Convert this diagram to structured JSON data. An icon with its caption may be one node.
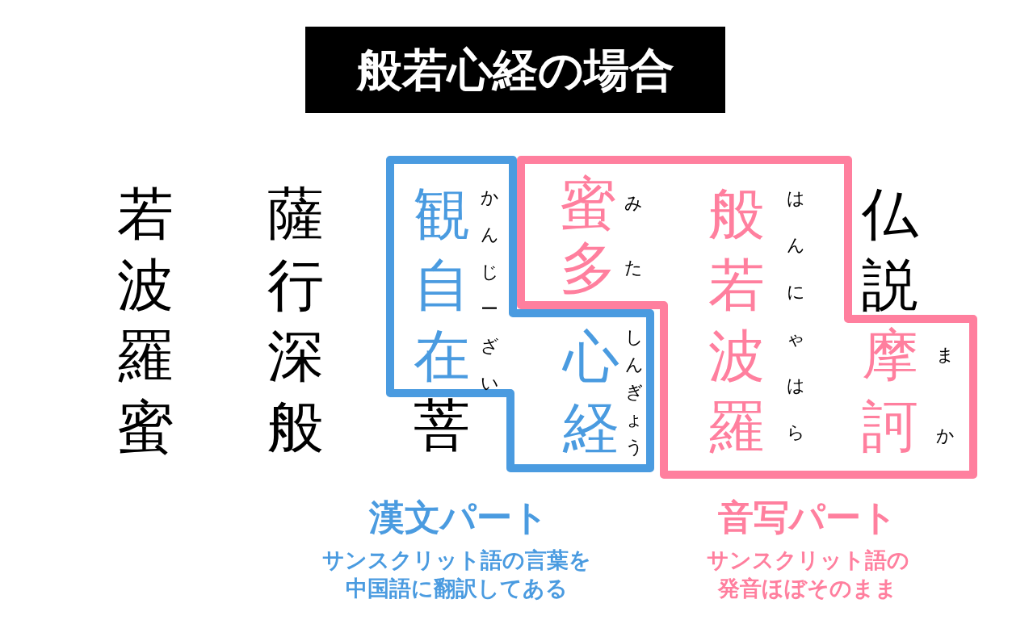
{
  "diagram": {
    "title": "般若心経の場合",
    "nodes": [
      {
        "text": [
          "観自在",
          "かんじーざい",
          "心経",
          "しんぎょう"
        ],
        "beside": [
          "漢文パート",
          "サンスクリット語の言葉を中国語に翻訳してある"
        ]
      },
      {
        "text": [
          "蜜多",
          "みた",
          "般若波羅",
          "はんにゃはら",
          "摩訶",
          "まか"
        ],
        "beside": [
          "音写パート",
          "サンスクリット語の発音ほぼそのまま"
        ]
      }
    ],
    "labels": [
      "仏説",
      "菩",
      "薩行深般",
      "若波羅蜜"
    ]
  }
}
